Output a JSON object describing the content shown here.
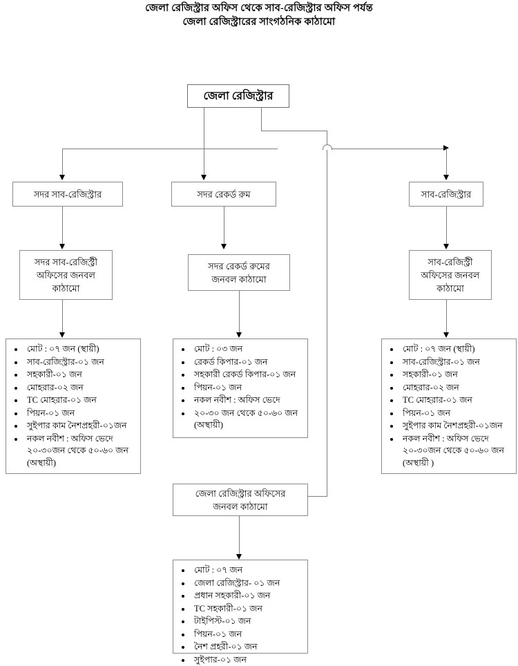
{
  "title": {
    "line1": "জেলা রেজিস্ট্রার অফিস থেকে সাব-রেজিস্ট্রার অফিস পর্যন্ত",
    "line2": "জেলা রেজিস্ট্রারের সাংগঠনিক কাঠামো"
  },
  "root": {
    "label": "জেলা রেজিস্ট্রার"
  },
  "level2": {
    "left": "সদর সাব-রেজিস্ট্রার",
    "middle": "সদর রেকর্ড রুম",
    "right": "সাব-রেজিস্ট্রার"
  },
  "level3": {
    "left": {
      "l1": "সদর সাব-রেজিস্ট্রী",
      "l2": "অফিসের জনবল",
      "l3": "কাঠামো"
    },
    "middle": {
      "l1": "সদর রেকর্ড রুমের",
      "l2": "জনবল কাঠামো"
    },
    "right": {
      "l1": "সাব-রেজিস্ট্রী",
      "l2": "অফিসের জনবল",
      "l3": "কাঠামো"
    }
  },
  "lists": {
    "left": [
      "মোট : ০৭ জন (স্থায়ী)",
      "সাব-রেজিস্ট্রার-০১ জন",
      "সহকারী-০১ জন",
      "মোহরার-০২ জন",
      "TC মোহরার-০১ জন",
      "পিয়ন-০১ জন",
      "সুইপার কাম নৈশপ্রহরী-০১জন",
      "নকল নবীশ : অফিস ভেদে"
    ],
    "left_tail": [
      "২০-৩০জন থেকে ৫০-৬০ জন",
      "(অস্থায়ী)"
    ],
    "middle": [
      "মোট : ০৩ জন",
      "রেকর্ড কিপার-০১ জন",
      "সহকারী রেকর্ড কিপার-০১ জন",
      "পিয়ন-০১ জন",
      "নকল নবীশ : অফিস ভেদে",
      "২০-৩০ জন থেকে ৫০-৬০ জন"
    ],
    "middle_tail": [
      "(অস্থায়ী)"
    ],
    "right": [
      "মোট : ০৭ জন (স্থায়ী)",
      "সাব-রেজিস্ট্রার-০১ জন",
      "সহকারী-০১ জন",
      "মোহরার-০২ জন",
      "TC মোহরার-০১ জন",
      "পিয়ন-০১ জন",
      "সুইপার কাম নৈশপ্রহরী-০১জন",
      "নকল নবীশ : অফিস ভেদে"
    ],
    "right_tail": [
      "২০-৩০জন থেকে ৫০-৬০ জন",
      "(অস্থায়ী )"
    ],
    "bottom": [
      "মোট : ০৭ জন",
      "জেলা রেজিস্ট্রার- ০১ জন",
      "প্রধান সহকারী-০১ জন",
      "TC সহকারী-০১ জন",
      "টাইপিস্ট-০১ জন",
      "পিয়ন-০১ জন",
      "নৈশ প্রহরী-০১ জন",
      "সুইপার-০১ জন"
    ]
  },
  "bottom_box": {
    "l1": "জেলা রেজিস্ট্রার অফিসের",
    "l2": "জনবল কাঠামো"
  },
  "colors": {
    "line": "#7d7d7d",
    "border": "#8a8a8a",
    "text": "#000000",
    "background": "#ffffff"
  }
}
